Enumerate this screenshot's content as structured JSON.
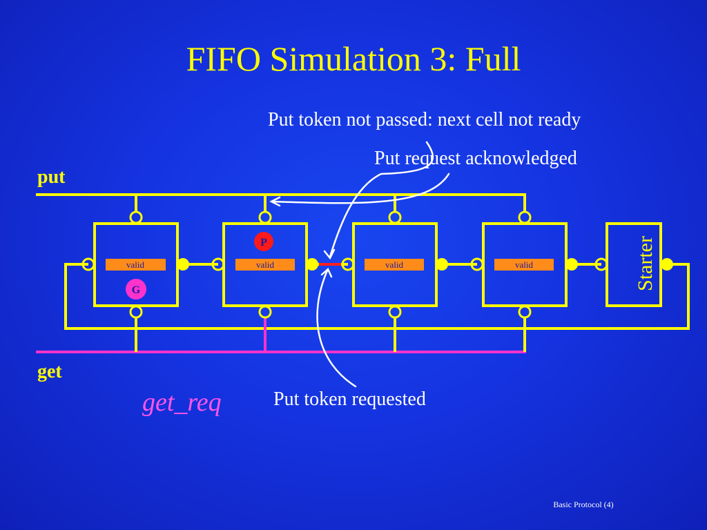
{
  "slide": {
    "title": "FIFO Simulation 3: Full",
    "footer": "Basic Protocol (4)"
  },
  "annotations": {
    "not_passed": "Put token not passed: next cell not ready",
    "acknowledged": "Put request acknowledged",
    "requested": "Put token requested"
  },
  "rails": {
    "put_label": "put",
    "get_label": "get",
    "get_req_label": "get_req"
  },
  "cells": [
    {
      "valid_label": "valid",
      "token": "G"
    },
    {
      "valid_label": "valid",
      "token": "P"
    },
    {
      "valid_label": "valid",
      "token": ""
    },
    {
      "valid_label": "valid",
      "token": ""
    }
  ],
  "starter": {
    "label": "Starter"
  },
  "colors": {
    "background": "#1533e0",
    "title": "#ffff00",
    "wire": "#ffff00",
    "get_req_wire": "#ff33cc",
    "valid_fill": "#ff8c1a",
    "valid_text": "#1a1aa0",
    "put_token": "#ff1a1a",
    "get_token": "#ff33cc",
    "annotation_text": "#ffffff"
  }
}
